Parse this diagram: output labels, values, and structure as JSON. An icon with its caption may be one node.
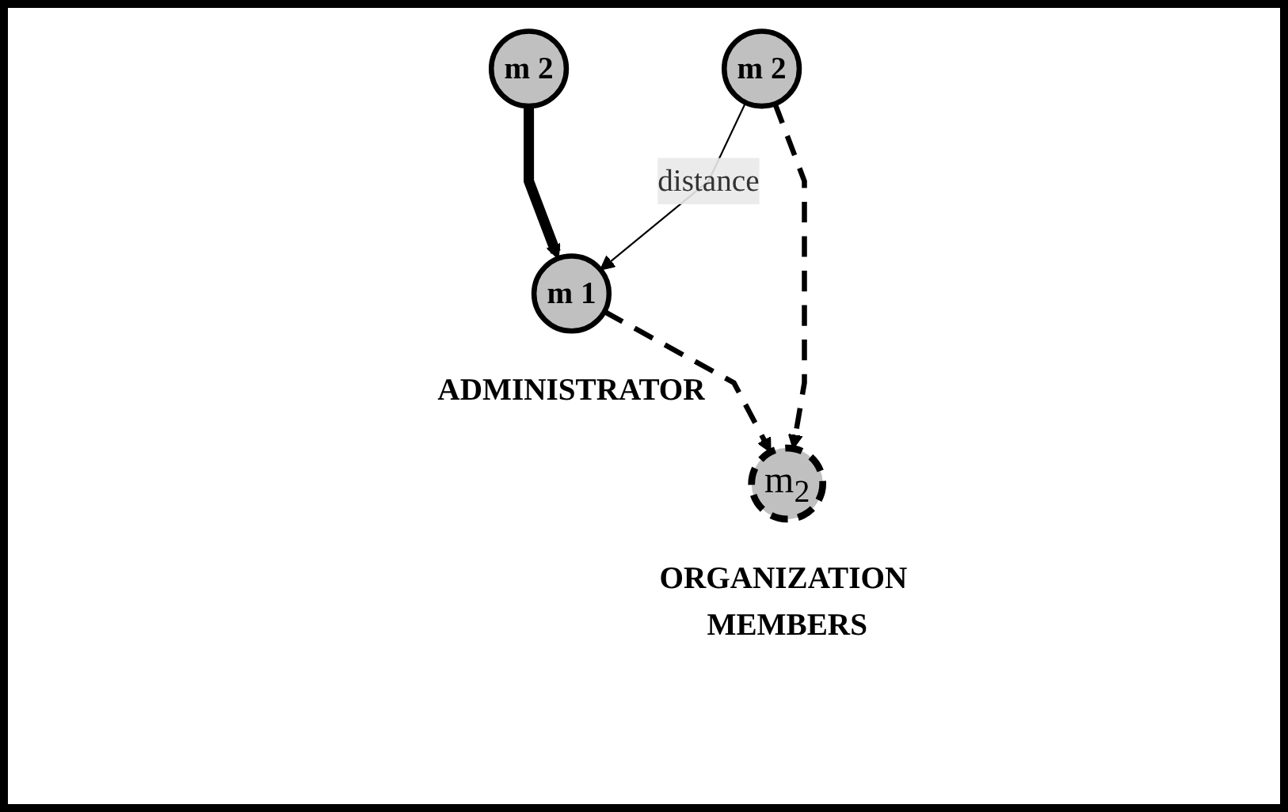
{
  "diagram": {
    "nodes": [
      {
        "text": [
          "m 1"
        ],
        "beside": [
          "ADMINISTRATOR"
        ]
      },
      {
        "text": [
          "m 2"
        ]
      },
      {
        "text": [
          "m 2"
        ]
      },
      {
        "text": [
          "m$_{2}$"
        ],
        "beside": [
          "ORGANIZATION MEMBERS"
        ]
      }
    ],
    "edges": [
      {
        "from": 1,
        "to": 0,
        "arrow": "to",
        "style": "thick"
      },
      {
        "from": 2,
        "to": 0,
        "arrow": "to",
        "label": "distance"
      },
      {
        "from": 0,
        "to": 3,
        "arrow": "to",
        "style": "dashed"
      },
      {
        "from": 2,
        "to": 3,
        "arrow": "to",
        "style": "dashed"
      }
    ]
  }
}
